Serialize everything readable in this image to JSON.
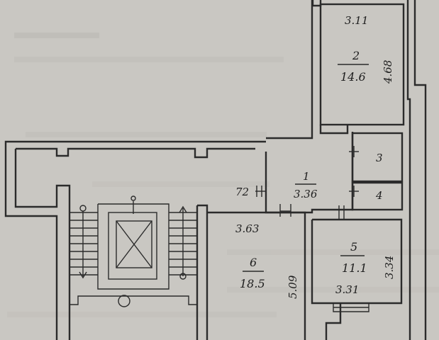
{
  "rooms": [
    {
      "id": "room-1",
      "number": "1",
      "area": "3.36"
    },
    {
      "id": "room-2",
      "number": "2",
      "area": "14.6"
    },
    {
      "id": "room-3",
      "number": "3"
    },
    {
      "id": "room-4",
      "number": "4"
    },
    {
      "id": "room-5",
      "number": "5",
      "area": "11.1"
    },
    {
      "id": "room-6",
      "number": "6",
      "area": "18.5"
    }
  ],
  "dimensions": {
    "room2_width": "3.11",
    "room2_depth": "4.68",
    "room5_width": "3.31",
    "room5_depth": "3.34",
    "room6_width": "3.63",
    "room6_depth": "5.09",
    "corridor_partial": "72"
  },
  "colors": {
    "paper": "#c9c7c2",
    "line": "#2b2b2b",
    "text": "#1e1e1e"
  }
}
